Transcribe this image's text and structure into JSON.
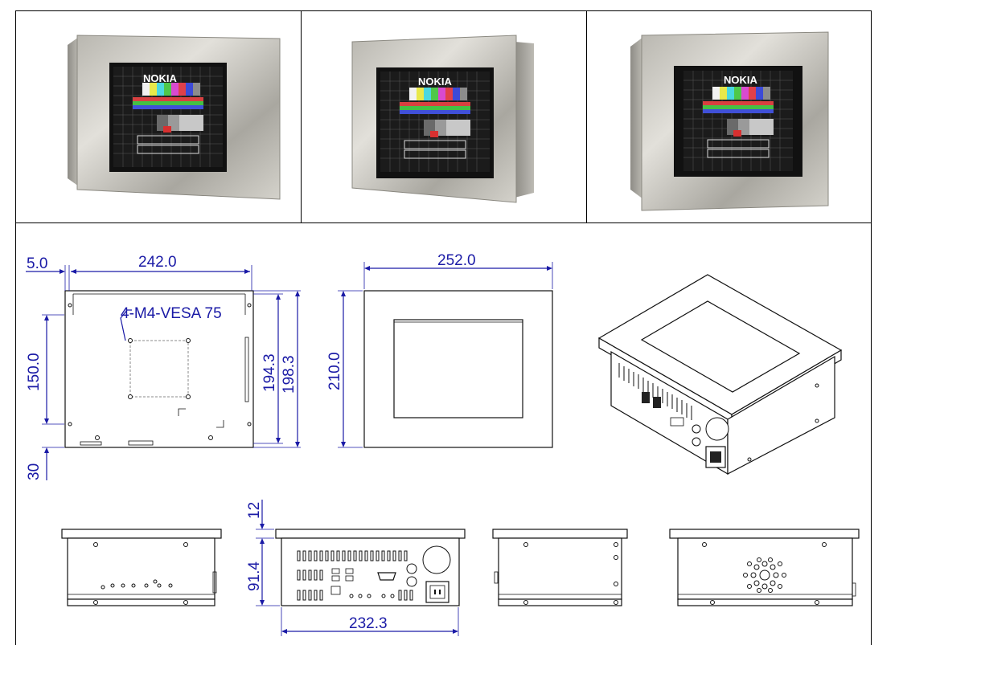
{
  "photos": {
    "brand_text": "NOKIA",
    "views": [
      "front-left",
      "front-right",
      "front-tilted"
    ]
  },
  "drawing": {
    "rear_view": {
      "dim_side_offset": "5.0",
      "dim_width": "242.0",
      "dim_vesa_height": "150.0",
      "dim_bottom": "30",
      "dim_height_inner": "194.3",
      "dim_height_outer": "198.3",
      "vesa_note": "4-M4-VESA 75"
    },
    "front_view": {
      "dim_width": "252.0",
      "dim_height": "210.0"
    },
    "side_views": {
      "dim_bezel": "12",
      "dim_depth": "91.4",
      "dim_bottom_width": "232.3"
    }
  },
  "colors": {
    "dimension": "#1a1aa6",
    "line": "#111111",
    "steel_light": "#d8d6cf",
    "steel_dark": "#8e8c86"
  }
}
